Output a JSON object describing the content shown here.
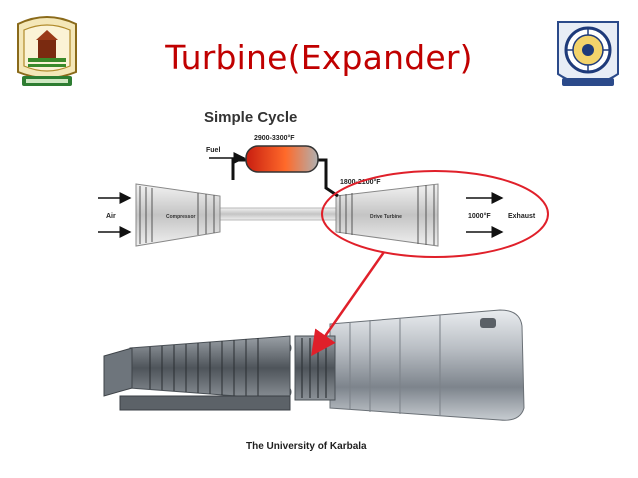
{
  "slide": {
    "title": "Turbine(Expander)",
    "footer": "The University of Karbala"
  },
  "diagram": {
    "heading": "Simple Cycle",
    "fuel_label": "Fuel",
    "combustor_temp": "2900-3300°F",
    "turbine_inlet_temp": "1800-2100°F",
    "air_label": "Air",
    "compressor_label": "Compressor",
    "turbine_label": "Drive Turbine",
    "exhaust_temp": "1000°F",
    "exhaust_label": "Exhaust"
  },
  "colors": {
    "title": "#c00000",
    "highlight": "#e0202a",
    "combustor": "#e8401c"
  }
}
